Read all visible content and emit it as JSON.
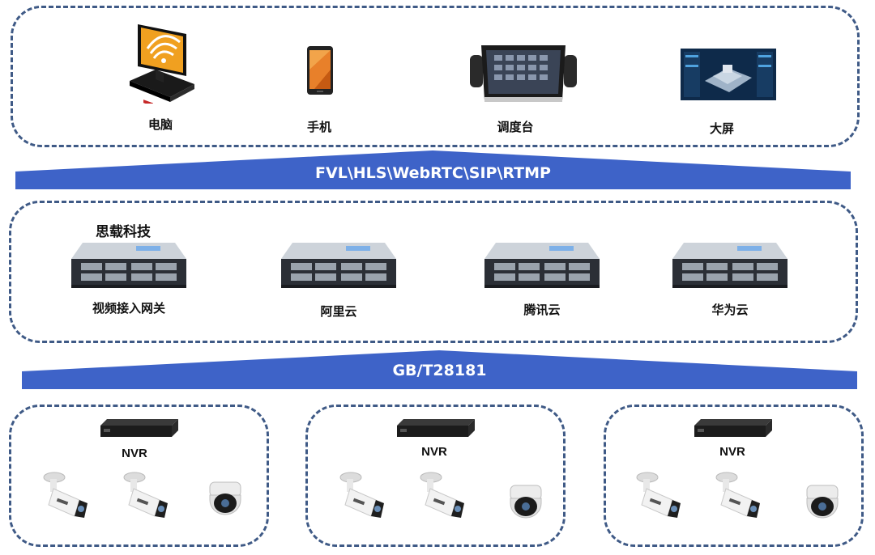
{
  "top_layer": {
    "devices": [
      {
        "label": "电脑",
        "icon": "computer-icon"
      },
      {
        "label": "手机",
        "icon": "phone-icon"
      },
      {
        "label": "调度台",
        "icon": "dispatch-console-icon"
      },
      {
        "label": "大屏",
        "icon": "big-screen-icon"
      }
    ]
  },
  "protocol_top": "FVL\\HLS\\WebRTC\\SIP\\RTMP",
  "middle_layer": {
    "vendor": "思载科技",
    "servers": [
      {
        "label": "视频接入网关",
        "icon": "server-icon"
      },
      {
        "label": "阿里云",
        "icon": "server-icon"
      },
      {
        "label": "腾讯云",
        "icon": "server-icon"
      },
      {
        "label": "华为云",
        "icon": "server-icon"
      }
    ]
  },
  "protocol_bottom": "GB/T28181",
  "bottom_layer": {
    "groups": [
      {
        "nvr_label": "NVR"
      },
      {
        "nvr_label": "NVR"
      },
      {
        "nvr_label": "NVR"
      }
    ]
  },
  "colors": {
    "arrow": "#3e63c8",
    "border": "#3f5a86",
    "screen": "#f0a020"
  }
}
